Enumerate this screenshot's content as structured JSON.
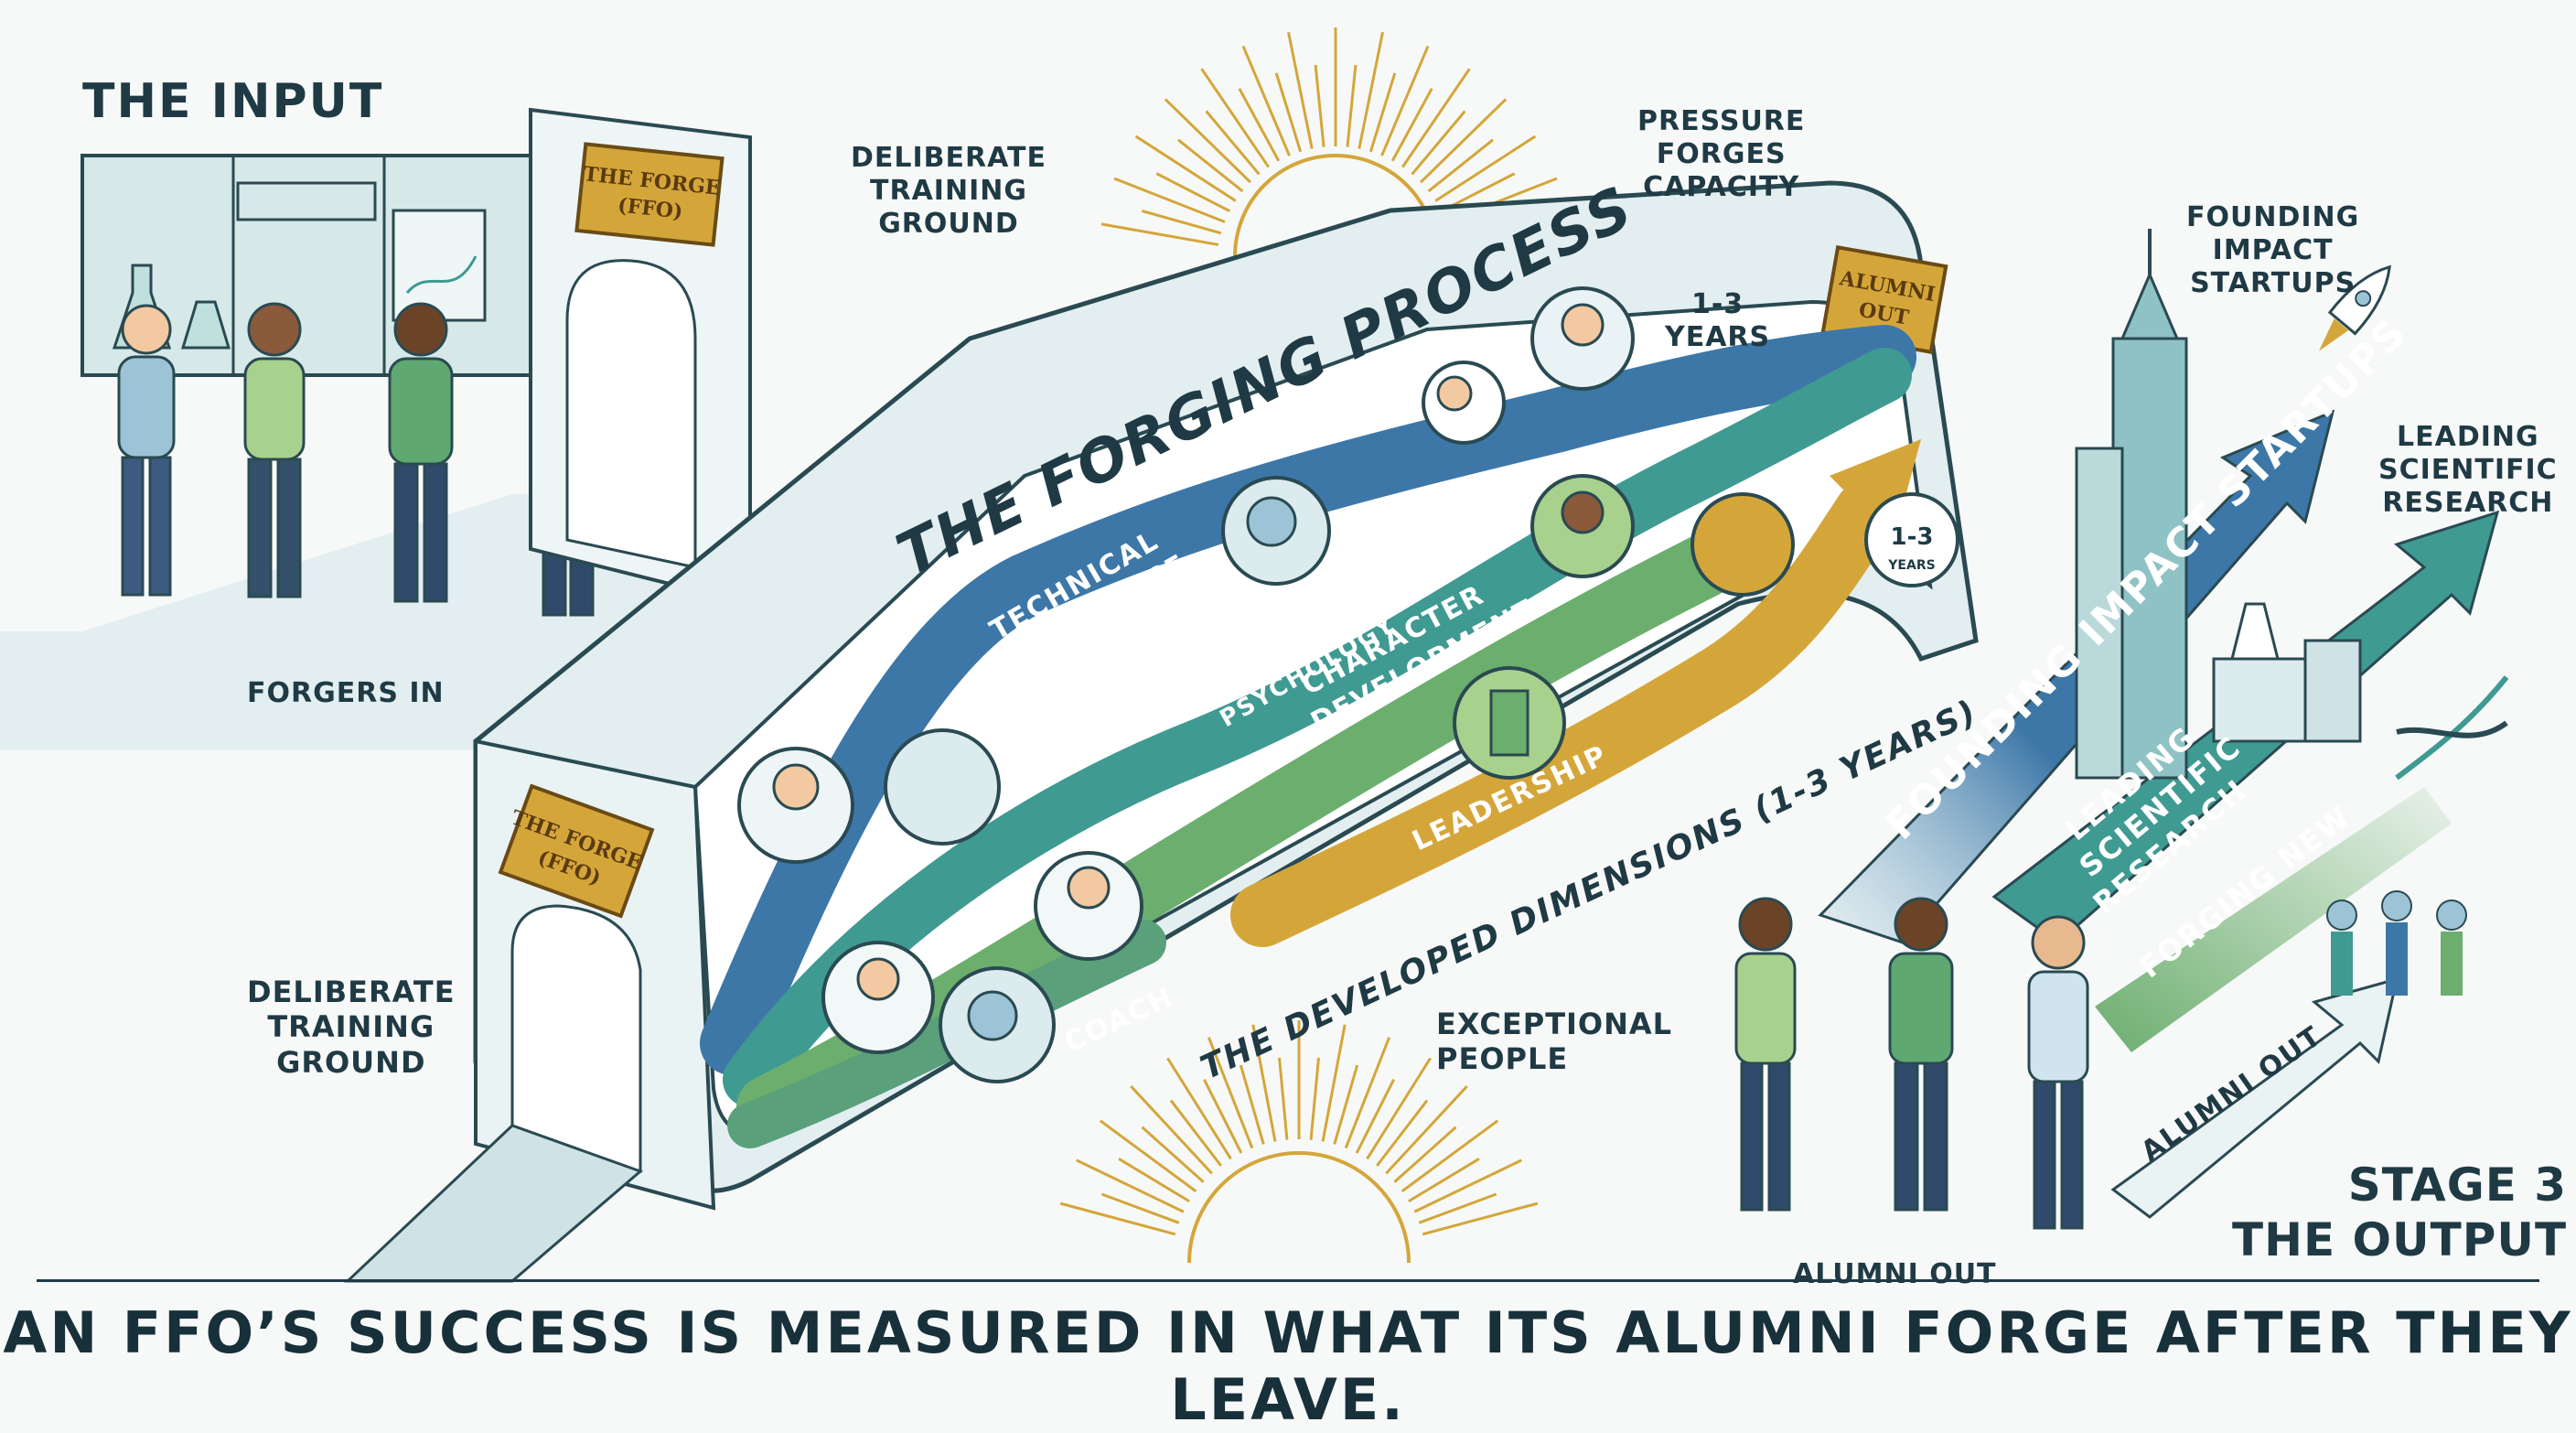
{
  "input": {
    "title": "THE INPUT",
    "forgers_in": "FORGERS IN",
    "plaque": "THE FORGE\n(FFO)"
  },
  "top_labels": {
    "deliberate_training_ground": "DELIBERATE\nTRAINING\nGROUND",
    "pressure_forges_capacity": "PRESSURE\nFORGES\nCAPACITY"
  },
  "process": {
    "title": "THE FORGING PROCESS",
    "years_top": "1-3\nYEARS",
    "years_badge_num": "1-3",
    "years_badge_unit": "YEARS",
    "alumni_out_plaque": "ALUMNI\nOUT",
    "entrance_plaque": "THE FORGE\n(FFO)",
    "streams": {
      "technical": "TECHNICAL\nEXCELLENCE",
      "psychology": "HIGH-PERFORMANCE\nPSYCHOLOGY",
      "character": "CHARACTER\nDEVELOPMENT",
      "leadership": "LEADERSHIP",
      "coach": "COACH"
    },
    "dimensions": "THE DEVELOPED DIMENSIONS (1-3 YEARS)"
  },
  "bottom_labels": {
    "deliberate_training_ground": "DELIBERATE\nTRAINING\nGROUND",
    "exceptional_people": "EXCEPTIONAL\nPEOPLE"
  },
  "output": {
    "founding_impact_startups_top": "FOUNDING\nIMPACT\nSTARTUPS",
    "leading_scientific_research_top": "LEADING\nSCIENTIFIC\nRESEARCH",
    "arrow_founding": "FOUNDING IMPACT STARTUPS",
    "arrow_leading": "LEADING\nSCIENTIFIC\nRESEARCH",
    "arrow_forging": "FORGING NEW",
    "arrow_alumni": "ALUMNI OUT",
    "alumni_out": "ALUMNI OUT",
    "stage": "STAGE 3\nTHE OUTPUT"
  },
  "footer": "AN FFO’S SUCCESS IS MEASURED IN WHAT ITS ALUMNI FORGE AFTER THEY LEAVE.",
  "colors": {
    "navy": "#1f3a44",
    "blue": "#3d77a8",
    "teal": "#3f9a92",
    "green": "#6cae6e",
    "gold": "#d4a63a",
    "pale": "#dcebed"
  }
}
